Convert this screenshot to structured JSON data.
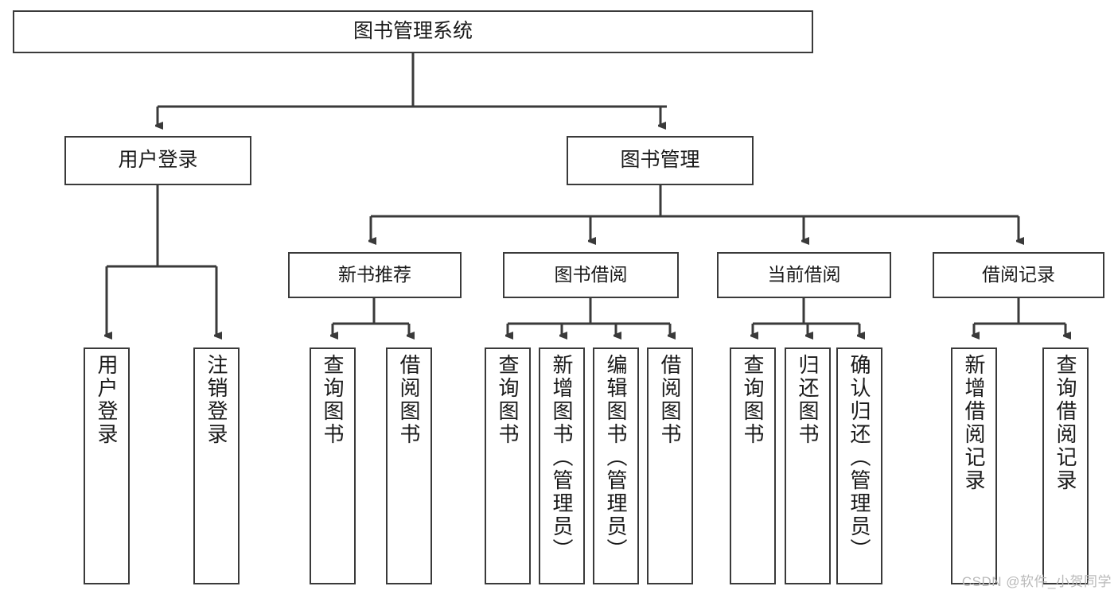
{
  "diagram": {
    "title": "图书管理系统",
    "type": "tree",
    "root": {
      "label": "图书管理系统"
    },
    "level2": [
      {
        "label": "用户登录"
      },
      {
        "label": "图书管理"
      }
    ],
    "level3": [
      {
        "label": "新书推荐"
      },
      {
        "label": "图书借阅"
      },
      {
        "label": "当前借阅"
      },
      {
        "label": "借阅记录"
      }
    ],
    "leaves": {
      "user_login": [
        {
          "label": "用户登录"
        },
        {
          "label": "注销登录"
        }
      ],
      "new_book_recommend": [
        {
          "label": "查询图书"
        },
        {
          "label": "借阅图书"
        }
      ],
      "book_borrow": [
        {
          "label": "查询图书"
        },
        {
          "label": "新增图书（管理员）"
        },
        {
          "label": "编辑图书（管理员）"
        },
        {
          "label": "借阅图书"
        }
      ],
      "current_borrow": [
        {
          "label": "查询图书"
        },
        {
          "label": "归还图书"
        },
        {
          "label": "确认归还（管理员）"
        }
      ],
      "borrow_record": [
        {
          "label": "新增借阅记录"
        },
        {
          "label": "查询借阅记录"
        }
      ]
    }
  },
  "watermark": {
    "text": "CSDN @软件_小贺同学"
  },
  "colors": {
    "stroke": "#3a3a3a",
    "text": "#1a1a1a",
    "background": "#ffffff",
    "watermark": "#b9b9b9"
  }
}
